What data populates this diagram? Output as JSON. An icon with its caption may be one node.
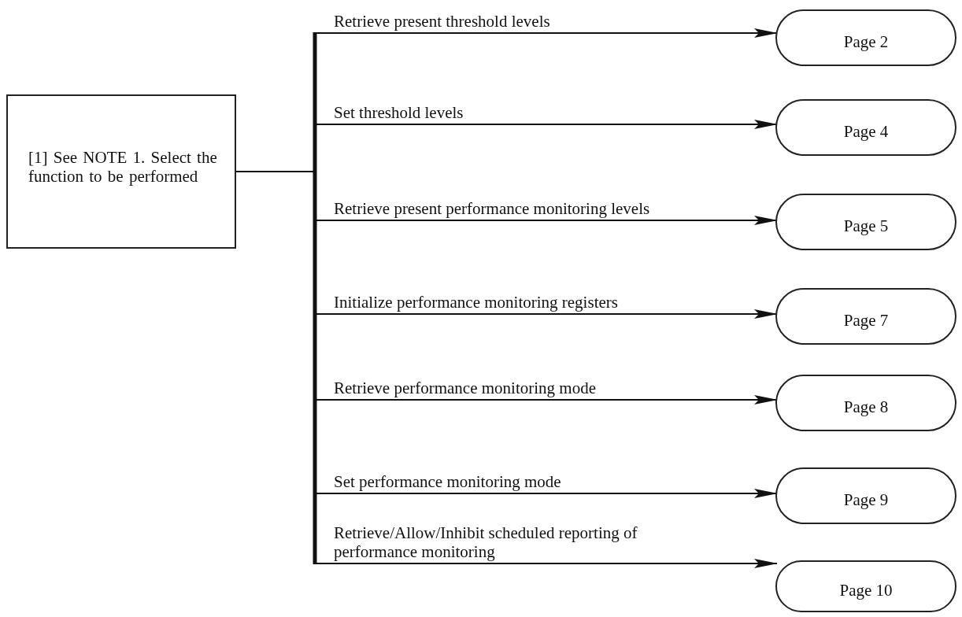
{
  "diagram": {
    "nodes": [
      {
        "text": [
          "[1] See NOTE 1. Select the function to be performed"
        ]
      },
      {
        "text": [
          "Page 2"
        ]
      },
      {
        "text": [
          "Page 4"
        ]
      },
      {
        "text": [
          "Page 5"
        ]
      },
      {
        "text": [
          "Page 7"
        ]
      },
      {
        "text": [
          "Page 8"
        ]
      },
      {
        "text": [
          "Page 9"
        ]
      },
      {
        "text": [
          "Page 10"
        ]
      }
    ],
    "edges": [
      {
        "from": 0,
        "to": 1,
        "arrow": "to",
        "label": "Retrieve present threshold levels"
      },
      {
        "from": 0,
        "to": 2,
        "arrow": "to",
        "label": "Set threshold levels"
      },
      {
        "from": 0,
        "to": 3,
        "arrow": "to",
        "label": "Retrieve present performance monitoring levels"
      },
      {
        "from": 0,
        "to": 4,
        "arrow": "to",
        "label": "Initialize performance monitoring registers"
      },
      {
        "from": 0,
        "to": 5,
        "arrow": "to",
        "label": "Retrieve performance monitoring mode"
      },
      {
        "from": 0,
        "to": 6,
        "arrow": "to",
        "label": "Set performance monitoring mode"
      },
      {
        "from": 0,
        "to": 7,
        "arrow": "to",
        "label": "Retrieve/Allow/Inhibit scheduled reporting of performance monitoring"
      }
    ]
  }
}
